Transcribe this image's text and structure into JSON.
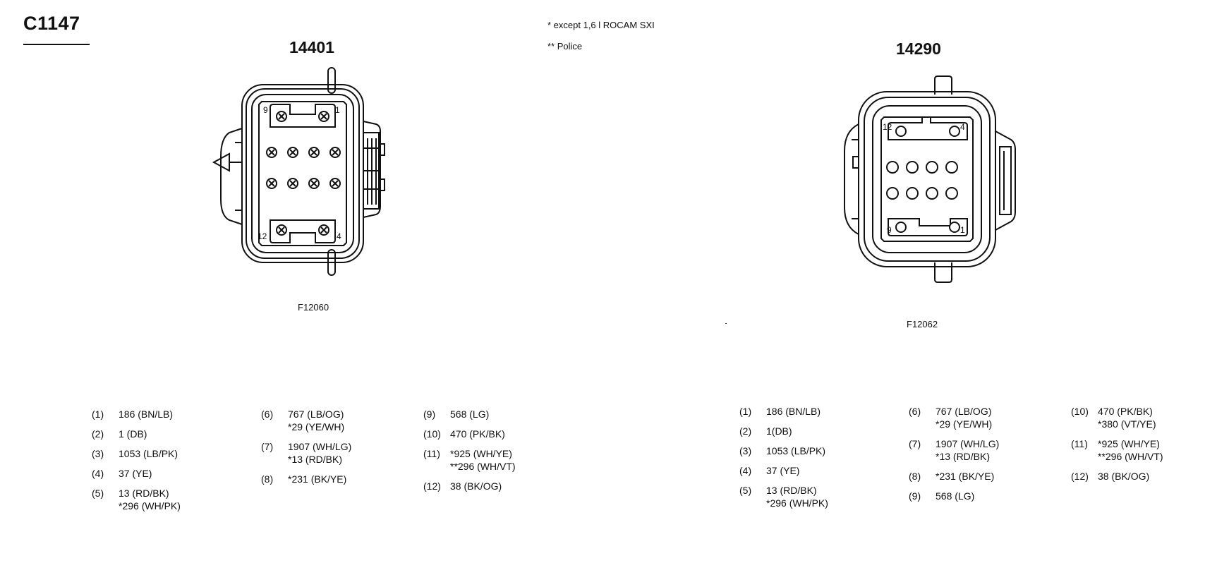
{
  "title": "C1147",
  "notes": [
    "* except 1,6 l ROCAM SXI",
    "** Police"
  ],
  "connectors": [
    {
      "number": "14401",
      "figure_code": "F12060",
      "cavity_labels": {
        "top_left": "9",
        "top_right": "1",
        "bottom_left": "12",
        "bottom_right": "4"
      },
      "pins": [
        {
          "num": "(1)",
          "lines": [
            "186 (BN/LB)"
          ]
        },
        {
          "num": "(2)",
          "lines": [
            "1 (DB)"
          ]
        },
        {
          "num": "(3)",
          "lines": [
            "1053 (LB/PK)"
          ]
        },
        {
          "num": "(4)",
          "lines": [
            "37 (YE)"
          ]
        },
        {
          "num": "(5)",
          "lines": [
            "13 (RD/BK)",
            "*296 (WH/PK)"
          ]
        },
        {
          "num": "(6)",
          "lines": [
            "767 (LB/OG)",
            "*29 (YE/WH)"
          ]
        },
        {
          "num": "(7)",
          "lines": [
            "1907 (WH/LG)",
            "*13 (RD/BK)"
          ]
        },
        {
          "num": "(8)",
          "lines": [
            "*231 (BK/YE)"
          ]
        },
        {
          "num": "(9)",
          "lines": [
            "568 (LG)"
          ]
        },
        {
          "num": "(10)",
          "lines": [
            "470 (PK/BK)"
          ]
        },
        {
          "num": "(11)",
          "lines": [
            "*925 (WH/YE)",
            "**296 (WH/VT)"
          ]
        },
        {
          "num": "(12)",
          "lines": [
            "38 (BK/OG)"
          ]
        }
      ]
    },
    {
      "number": "14290",
      "figure_code": "F12062",
      "cavity_labels": {
        "top_left": "12",
        "top_right": "4",
        "bottom_left": "9",
        "bottom_right": "1"
      },
      "pins": [
        {
          "num": "(1)",
          "lines": [
            "186 (BN/LB)"
          ]
        },
        {
          "num": "(2)",
          "lines": [
            "1(DB)"
          ]
        },
        {
          "num": "(3)",
          "lines": [
            "1053 (LB/PK)"
          ]
        },
        {
          "num": "(4)",
          "lines": [
            "37 (YE)"
          ]
        },
        {
          "num": "(5)",
          "lines": [
            "13 (RD/BK)",
            "*296 (WH/PK)"
          ]
        },
        {
          "num": "(6)",
          "lines": [
            "767 (LB/OG)",
            "*29 (YE/WH)"
          ]
        },
        {
          "num": "(7)",
          "lines": [
            "1907 (WH/LG)",
            "*13 (RD/BK)"
          ]
        },
        {
          "num": "(8)",
          "lines": [
            "*231 (BK/YE)"
          ]
        },
        {
          "num": "(9)",
          "lines": [
            "568 (LG)"
          ]
        },
        {
          "num": "(10)",
          "lines": [
            "470 (PK/BK)",
            "*380 (VT/YE)"
          ]
        },
        {
          "num": "(11)",
          "lines": [
            "*925 (WH/YE)",
            "**296 (WH/VT)"
          ]
        },
        {
          "num": "(12)",
          "lines": [
            "38 (BK/OG)"
          ]
        }
      ]
    }
  ]
}
